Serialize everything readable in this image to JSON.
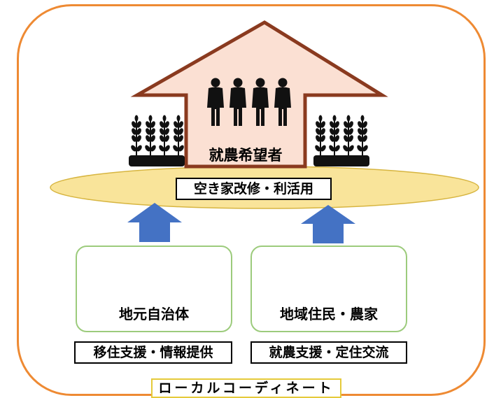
{
  "house": {
    "label": "就農希望者"
  },
  "platform": {
    "label": "空き家改修・利活用"
  },
  "left": {
    "title": "地元自治体",
    "role": "移住支援・情報提供"
  },
  "right": {
    "title": "地域住民・農家",
    "role": "就農支援・定住交流"
  },
  "bottom": {
    "label": "ローカルコーディネート"
  },
  "colors": {
    "frame": "#ee8a33",
    "house_fill": "#fbe0d3",
    "house_stroke": "#8a3a1f",
    "platform_fill": "#f9e49a",
    "arrow": "#4472c4",
    "card_border": "#9ccb7c",
    "bottom_border": "#e5ca3a"
  },
  "icons": {
    "people": "people-group-icon",
    "wheat": "wheat-field-icon",
    "school": "school-building-icon",
    "crowd": "raised-hands-crowd-icon"
  }
}
